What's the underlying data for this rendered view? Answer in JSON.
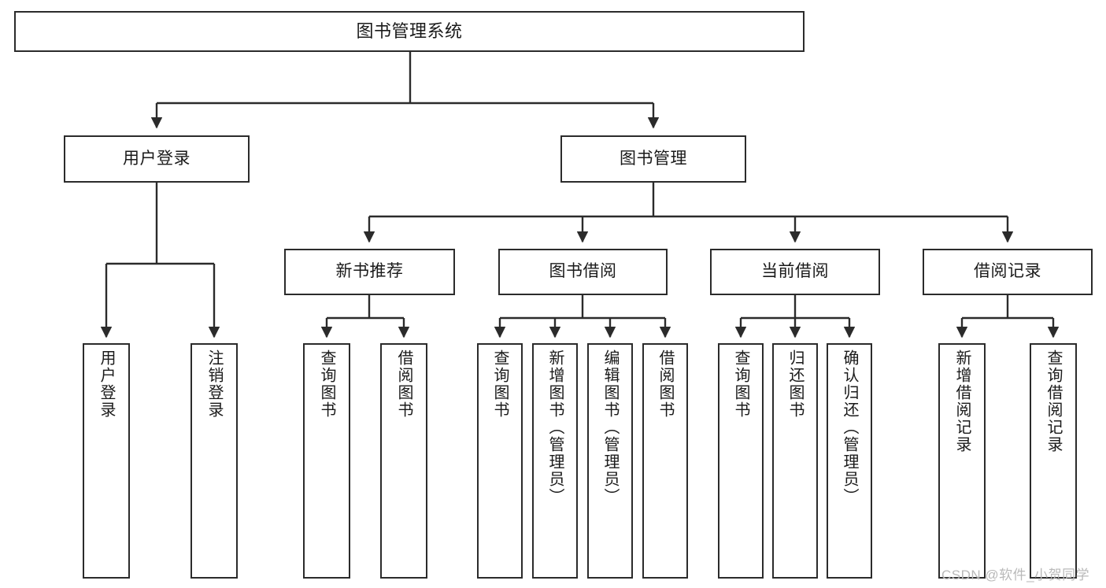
{
  "diagram": {
    "type": "tree-flowchart",
    "title": "图书管理系统",
    "watermark": "CSDN @软件_小贺同学",
    "colors": {
      "box_border": "#2b2b2b",
      "box_fill": "#ffffff",
      "connector": "#2b2b2b",
      "text": "#1a1a1a",
      "watermark": "#b9b9b9"
    },
    "levels": {
      "level1": [
        "图书管理系统"
      ],
      "level2": [
        "用户登录",
        "图书管理"
      ],
      "level3": [
        "新书推荐",
        "图书借阅",
        "当前借阅",
        "借阅记录"
      ],
      "level4": [
        "用户登录",
        "注销登录",
        "查询图书",
        "借阅图书",
        "查询图书",
        "新增图书（管理员）",
        "编辑图书（管理员）",
        "借阅图书",
        "查询图书",
        "归还图书",
        "确认归还（管理员）",
        "新增借阅记录",
        "查询借阅记录"
      ]
    },
    "nodes": {
      "root": {
        "label": "图书管理系统"
      },
      "user_login": {
        "label": "用户登录"
      },
      "book_manage": {
        "label": "图书管理"
      },
      "new_book_rec": {
        "label": "新书推荐"
      },
      "book_borrow": {
        "label": "图书借阅"
      },
      "current_borrow": {
        "label": "当前借阅"
      },
      "borrow_record": {
        "label": "借阅记录"
      },
      "leaf_user_login": {
        "label": "用户登录"
      },
      "leaf_logout": {
        "label": "注销登录"
      },
      "leaf_query_book_a": {
        "label": "查询图书"
      },
      "leaf_borrow_book_a": {
        "label": "借阅图书"
      },
      "leaf_query_book_b": {
        "label": "查询图书"
      },
      "leaf_add_book": {
        "label": "新增图书（管理员）"
      },
      "leaf_edit_book": {
        "label": "编辑图书（管理员）"
      },
      "leaf_borrow_book_b": {
        "label": "借阅图书"
      },
      "leaf_query_book_c": {
        "label": "查询图书"
      },
      "leaf_return_book": {
        "label": "归还图书"
      },
      "leaf_confirm_return": {
        "label": "确认归还（管理员）"
      },
      "leaf_add_record": {
        "label": "新增借阅记录"
      },
      "leaf_query_record": {
        "label": "查询借阅记录"
      }
    }
  }
}
